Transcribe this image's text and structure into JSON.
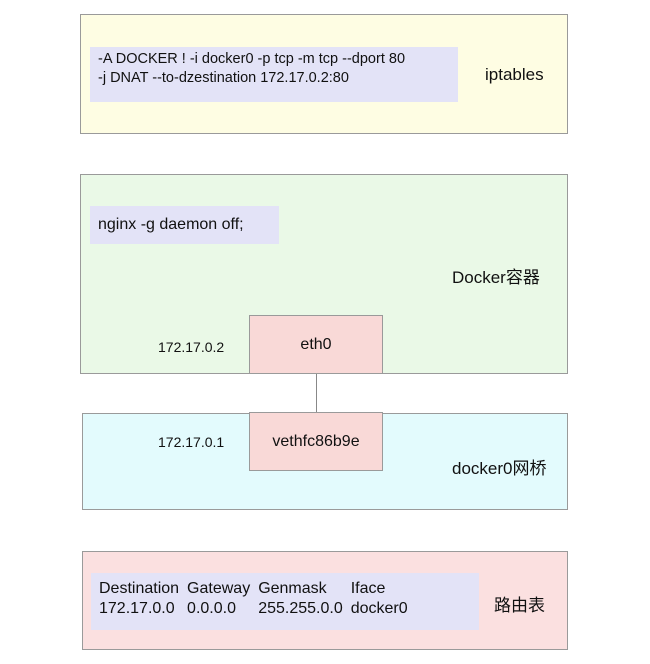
{
  "iptables": {
    "rule_line1": "-A DOCKER ! -i docker0 -p tcp -m tcp --dport 80",
    "rule_line2": "-j DNAT --to-dzestination 172.17.0.2:80",
    "label": "iptables"
  },
  "container": {
    "command": "nginx -g daemon off;",
    "label": "Docker容器",
    "iface_ip": "172.17.0.2",
    "iface_name": "eth0"
  },
  "bridge": {
    "label": "docker0网桥",
    "iface_ip": "172.17.0.1",
    "iface_name": "vethfc86b9e"
  },
  "route_table": {
    "label": "路由表",
    "headers": [
      "Destination",
      "Gateway",
      "Genmask",
      "Iface"
    ],
    "rows": [
      [
        "172.17.0.0",
        "0.0.0.0",
        "255.255.0.0",
        "docker0"
      ]
    ]
  },
  "colors": {
    "iptables_bg": "#fefde3",
    "container_bg": "#eaf9e7",
    "bridge_bg": "#e3fbfd",
    "route_bg": "#fbe0e0",
    "code_bg": "#e3e3f7",
    "iface_bg": "#f9d9d7"
  }
}
